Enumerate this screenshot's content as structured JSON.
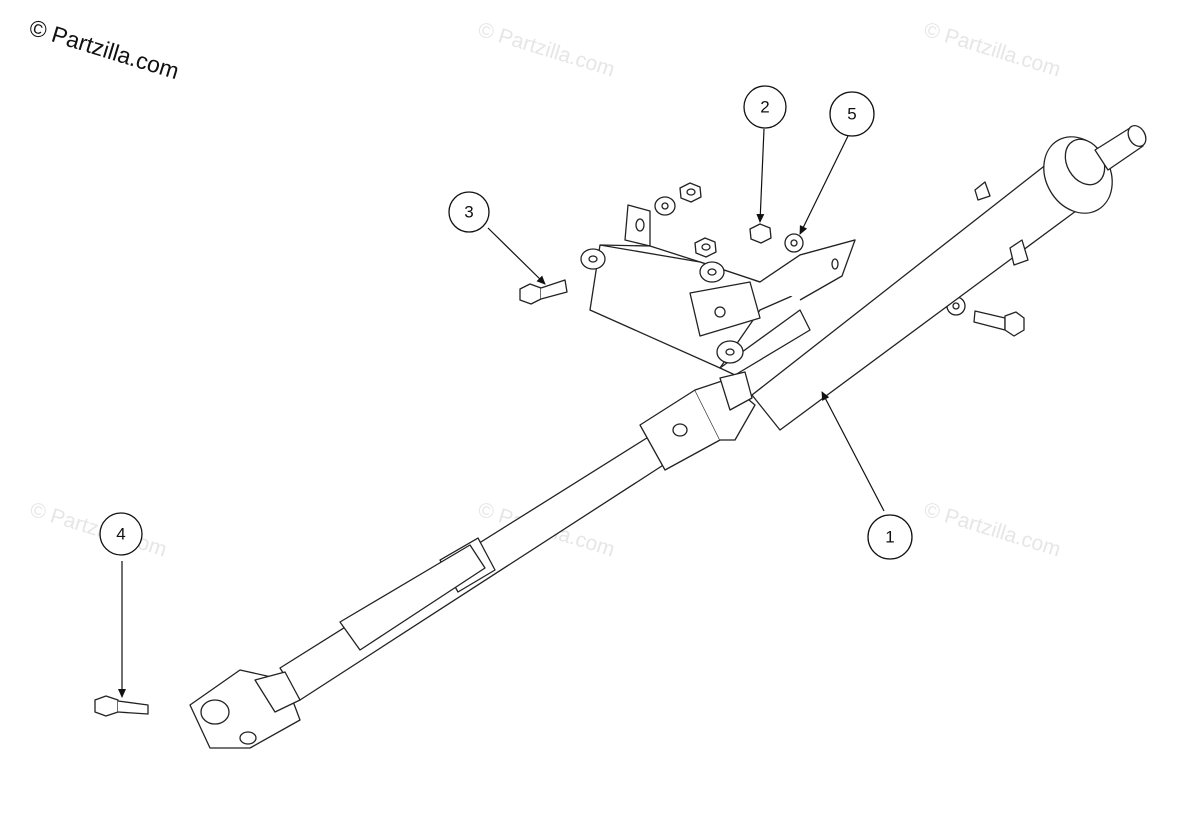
{
  "copyright": "© Partzilla.com",
  "watermark": "© Partzilla.com",
  "callouts": [
    "1",
    "2",
    "3",
    "4",
    "5"
  ]
}
